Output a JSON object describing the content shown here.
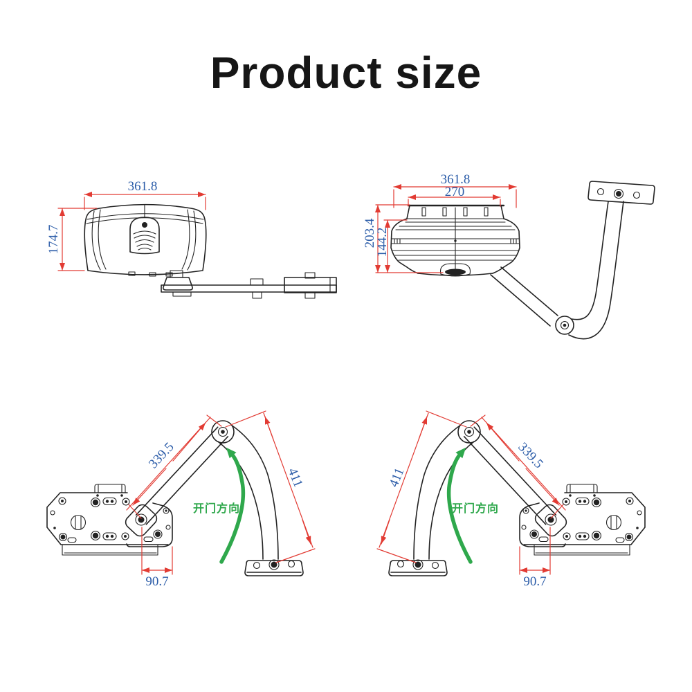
{
  "title": "Product size",
  "colors": {
    "dimension_text": "#2b5ca8",
    "dimension_line": "#e23b33",
    "drawing_outline": "#222222",
    "direction_arrow_green": "#2fa84c",
    "background": "#ffffff"
  },
  "views": {
    "side": {
      "width": "361.8",
      "height": "174.7"
    },
    "rear": {
      "width": "361.8",
      "inner_width": "270",
      "height": "203.4",
      "inner_height": "144.2"
    },
    "arm_left": {
      "upper_arm": "339.5",
      "lower_arm": "411",
      "pivot_offset": "90.7",
      "direction": "开门方向"
    },
    "arm_right": {
      "upper_arm": "339.5",
      "lower_arm": "411",
      "pivot_offset": "90.7",
      "direction": "开门方向"
    }
  }
}
